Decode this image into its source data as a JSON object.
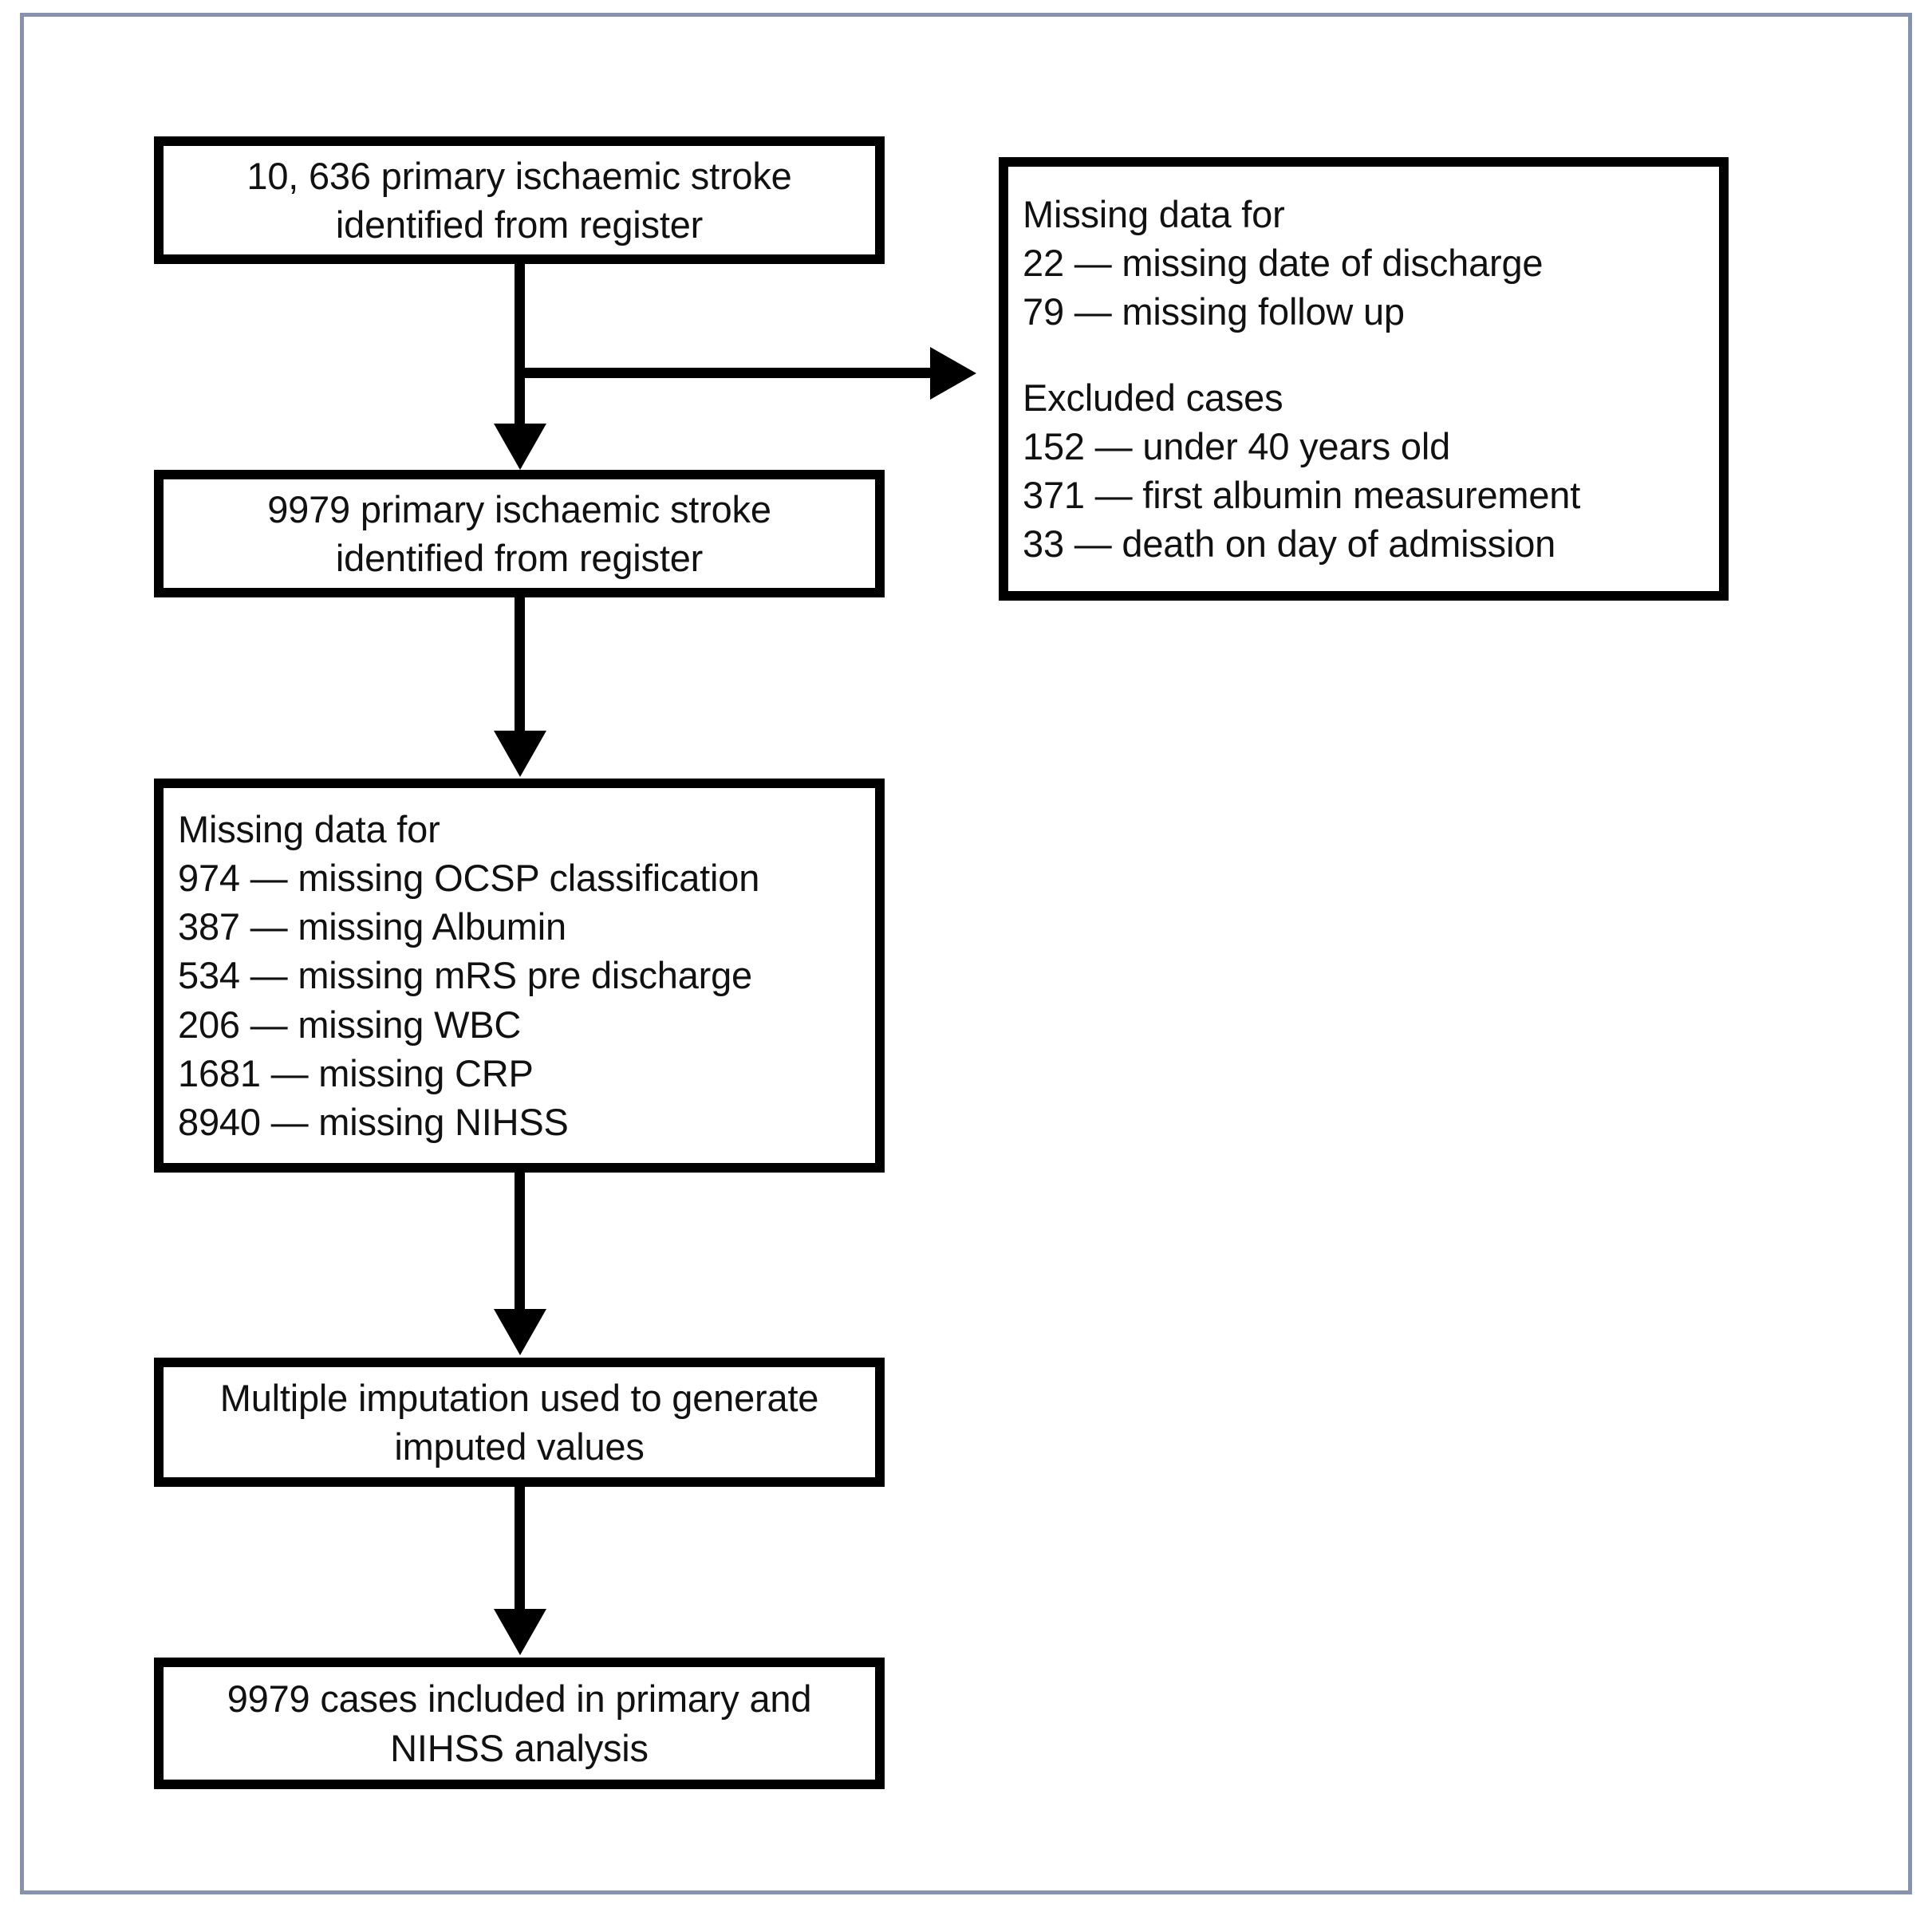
{
  "figure": {
    "type": "flowchart",
    "title": "Study cohort selection flow diagram",
    "frame_color": "#8793ab",
    "box_border_color": "#000000",
    "text_color": "#111111"
  },
  "boxes": {
    "total_identified": {
      "lines": [
        "10, 636 primary ischaemic stroke",
        "identified from register"
      ]
    },
    "exclusions": {
      "lines": [
        "Missing data for",
        "22 — missing date of discharge",
        "79 — missing follow up",
        "",
        "Excluded cases",
        "152 — under 40 years old",
        "371 — first albumin measurement",
        "33 — death on day of admission"
      ]
    },
    "eligible": {
      "lines": [
        "9979 primary ischaemic stroke",
        "identified from register"
      ]
    },
    "missing_data": {
      "lines": [
        "Missing data for",
        "974 — missing OCSP classification",
        "387 — missing Albumin",
        "534 — missing mRS pre discharge",
        "206 — missing WBC",
        "1681 — missing CRP",
        "8940 — missing NIHSS"
      ]
    },
    "imputation": {
      "lines": [
        "Multiple imputation used to generate",
        "imputed values"
      ]
    },
    "included": {
      "lines": [
        "9979 cases included in primary and",
        "NIHSS analysis"
      ]
    }
  }
}
